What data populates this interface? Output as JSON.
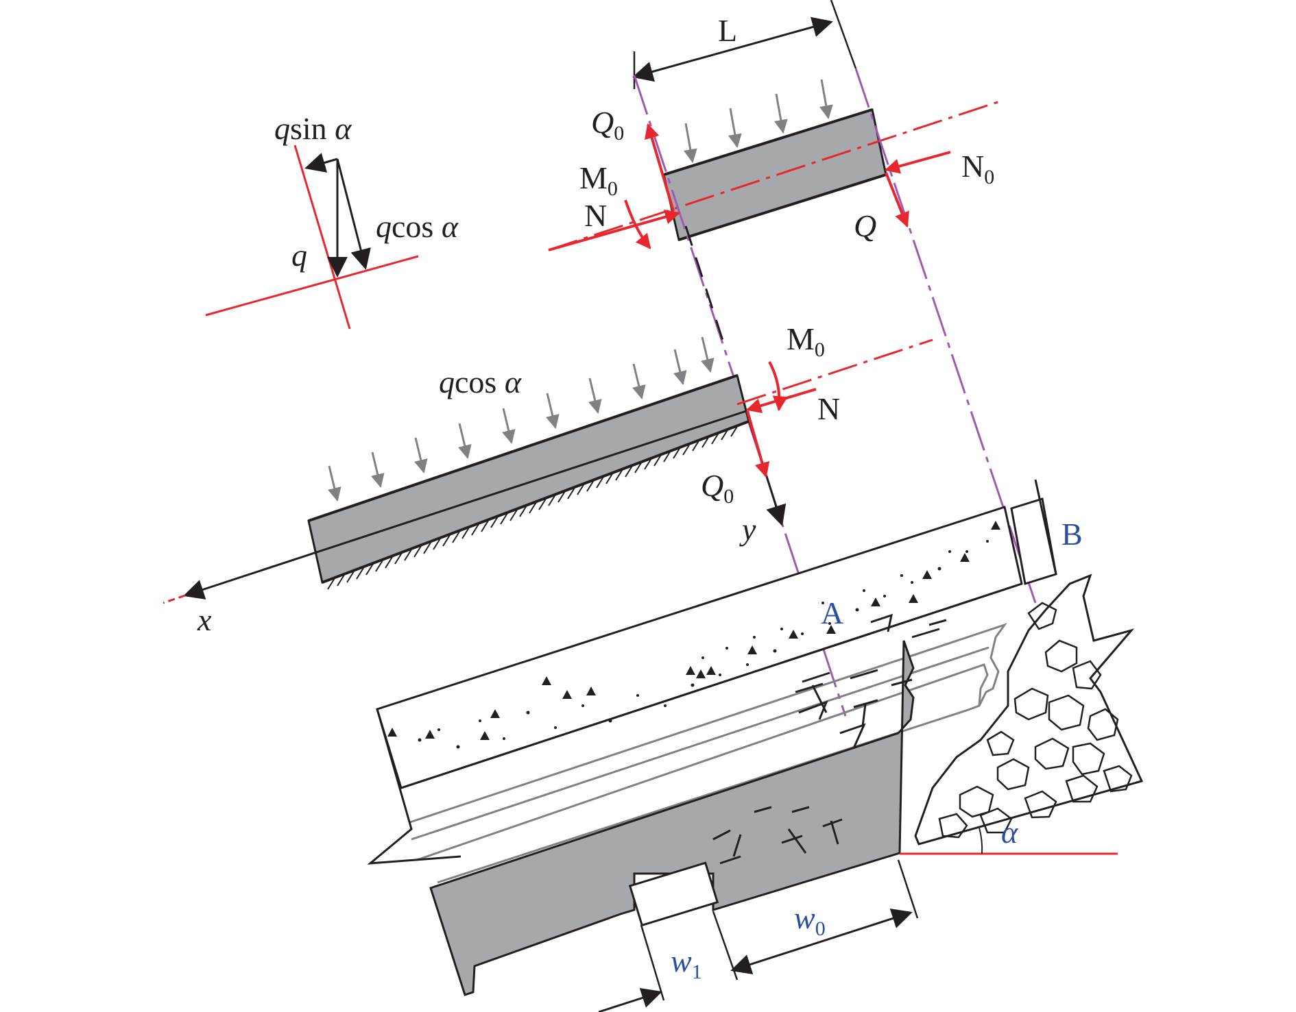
{
  "colors": {
    "red": "#e8262d",
    "purple": "#a05ab0",
    "blue": "#2b4ea0",
    "gray_fill": "#a6a8ab",
    "arrow_gray": "#808184",
    "light_gray": "#bcbdbf",
    "black": "#231f20"
  },
  "labels": {
    "qsin": [
      "q",
      "sin ",
      "α"
    ],
    "qcos_top": [
      "q",
      "cos ",
      "α"
    ],
    "q": "q",
    "L": "L",
    "Q0_top": [
      "Q",
      "0"
    ],
    "M0_top": [
      "M",
      "0"
    ],
    "N_top": "N",
    "N0": [
      "N",
      "0"
    ],
    "Q_right": "Q",
    "qcos_mid": [
      "q",
      "cos ",
      "α"
    ],
    "M0_mid": [
      "M",
      "0"
    ],
    "N_mid": "N",
    "Q0_mid": [
      "Q",
      "0"
    ],
    "y": "y",
    "x": "x",
    "A": "A",
    "B": "B",
    "alpha": "α",
    "w0": [
      "w",
      "0"
    ],
    "w1": [
      "w",
      "1"
    ]
  }
}
